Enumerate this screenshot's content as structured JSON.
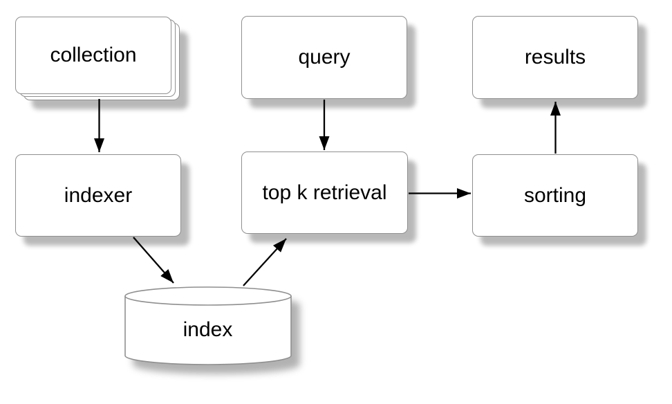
{
  "diagram": {
    "background": "#ffffff",
    "colors": {
      "node_fill": "#ffffff",
      "node_border": "#8f8f8f",
      "arrow": "#000000",
      "text": "#000000",
      "shadow": "rgba(0,0,0,0.28)"
    },
    "nodes": {
      "collection": {
        "label": "collection",
        "shape": "stacked-rectangle"
      },
      "indexer": {
        "label": "indexer",
        "shape": "rectangle"
      },
      "index": {
        "label": "index",
        "shape": "cylinder"
      },
      "query": {
        "label": "query",
        "shape": "rectangle"
      },
      "top_k_retrieval": {
        "label": "top k retrieval",
        "shape": "rectangle"
      },
      "sorting": {
        "label": "sorting",
        "shape": "rectangle"
      },
      "results": {
        "label": "results",
        "shape": "rectangle"
      }
    },
    "edges": [
      {
        "from": "collection",
        "to": "indexer"
      },
      {
        "from": "indexer",
        "to": "index"
      },
      {
        "from": "index",
        "to": "top_k_retrieval"
      },
      {
        "from": "query",
        "to": "top_k_retrieval"
      },
      {
        "from": "top_k_retrieval",
        "to": "sorting"
      },
      {
        "from": "sorting",
        "to": "results"
      }
    ]
  }
}
